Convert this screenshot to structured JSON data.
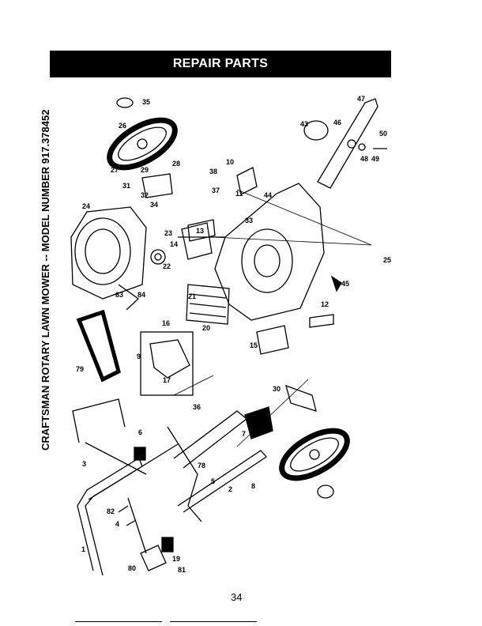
{
  "header": {
    "banner": "REPAIR PARTS"
  },
  "title": "CRAFTSMAN ROTARY LAWN MOWER -- MODEL NUMBER 917.378452",
  "page_number": "34",
  "part_labels": [
    "1",
    "2",
    "3",
    "4",
    "5",
    "6",
    "7",
    "8",
    "9",
    "10",
    "11",
    "12",
    "13",
    "14",
    "15",
    "16",
    "17",
    "19",
    "20",
    "21",
    "22",
    "23",
    "24",
    "25",
    "26",
    "27",
    "28",
    "29",
    "30",
    "31",
    "32",
    "33",
    "34",
    "35",
    "36",
    "37",
    "38",
    "43",
    "44",
    "45",
    "46",
    "47",
    "48",
    "49",
    "50",
    "78",
    "79",
    "80",
    "81",
    "82",
    "83",
    "84"
  ]
}
